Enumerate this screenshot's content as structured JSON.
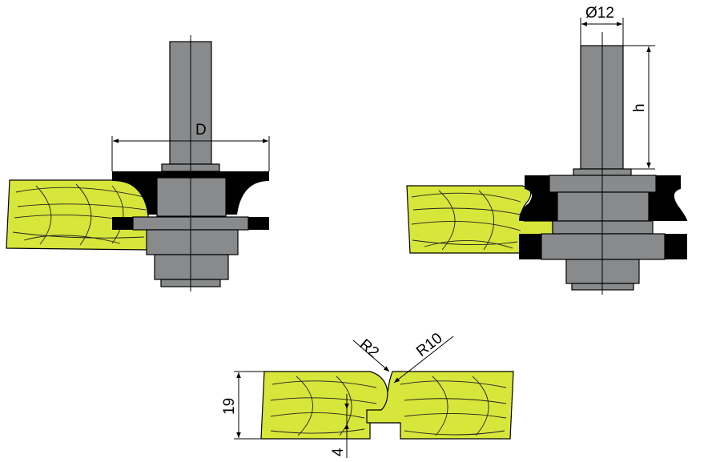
{
  "colors": {
    "wood": "#d7e63a",
    "steel": "#888a8c",
    "steel_light": "#9a9c9e",
    "cutter": "#000000",
    "line": "#000000",
    "background": "#ffffff"
  },
  "labels": {
    "diameter": "D",
    "shank_diameter": "Ø12",
    "height": "h",
    "radius_small": "R2",
    "radius_large": "R10",
    "board_thickness": "19",
    "tongue_depth": "4"
  }
}
